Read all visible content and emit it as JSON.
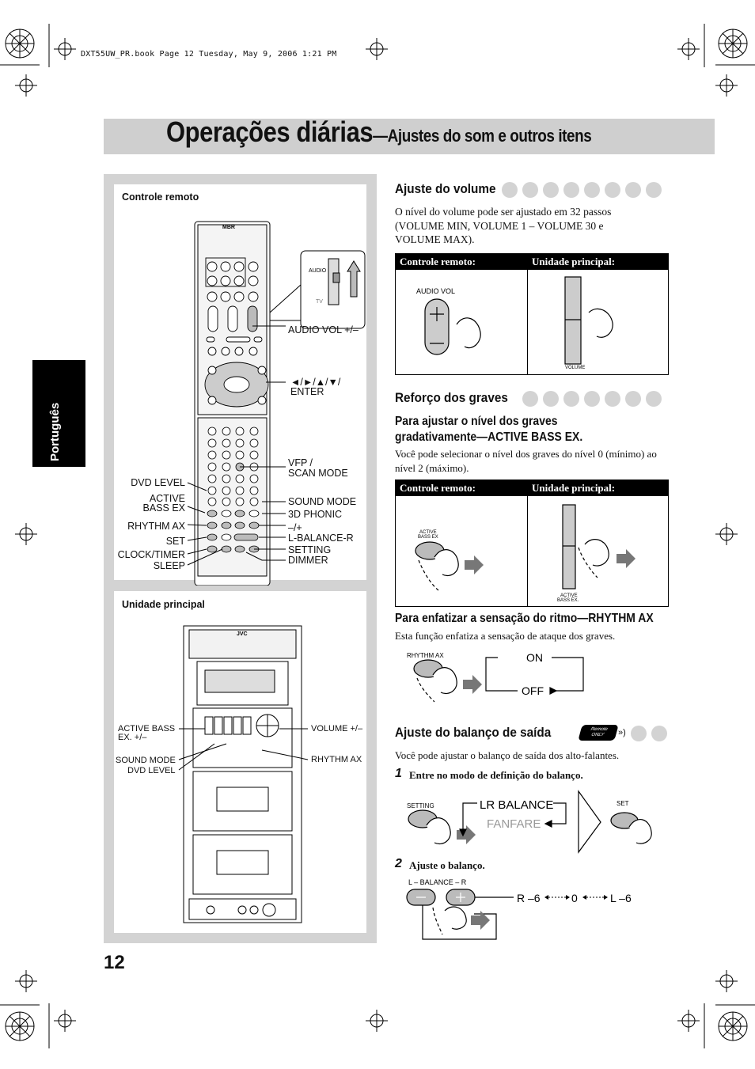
{
  "print_header": "DXT55UW_PR.book  Page 12  Tuesday, May 9, 2006  1:21 PM",
  "title": {
    "main": "Operações diárias",
    "dash_sub": "—Ajustes do som e outros itens"
  },
  "side_tab": "Português",
  "page_number": "12",
  "left_panel": {
    "remote_caption": "Controle remoto",
    "remote_brand": "MBR",
    "remote_labels": {
      "audio_vol": "AUDIO VOL +/–",
      "arrows_enter_1": "◄/►/▲/▼/",
      "arrows_enter_2": "ENTER",
      "vfp_1": "VFP /",
      "vfp_2": "SCAN MODE",
      "dvd_level": "DVD LEVEL",
      "active_1": "ACTIVE",
      "active_2": "BASS EX",
      "sound_mode": "SOUND MODE",
      "phonic": "3D PHONIC",
      "rhythm_ax": "RHYTHM AX",
      "balance_1": "–/+",
      "balance_2": "L-BALANCE-R",
      "set": "SET",
      "setting": "SETTING",
      "clock_timer": "CLOCK/TIMER",
      "dimmer": "DIMMER",
      "sleep": "SLEEP",
      "switch_audio": "AUDIO",
      "switch_tv": "TV"
    },
    "unit_caption": "Unidade principal",
    "unit_brand": "JVC",
    "unit_labels": {
      "active_bass_1": "ACTIVE BASS",
      "active_bass_2": "EX. +/–",
      "volume": "VOLUME +/–",
      "sound_mode": "SOUND MODE",
      "dvd_level": "DVD LEVEL",
      "rhythm_ax": "RHYTHM AX"
    }
  },
  "volume_section": {
    "heading": "Ajuste do volume",
    "body": "O nível do volume pode ser ajustado em 32 passos (VOLUME MIN, VOLUME 1 – VOLUME 30 e VOLUME MAX).",
    "col_remote": "Controle remoto:",
    "col_unit": "Unidade principal:",
    "remote_key_label": "AUDIO VOL",
    "unit_key_label": "VOLUME"
  },
  "bass_section": {
    "heading": "Reforço dos graves",
    "sub1_line1": "Para ajustar o nível dos graves",
    "sub1_line2": "gradativamente—ACTIVE BASS EX.",
    "body": "Você pode selecionar o nível dos graves do nível 0 (mínimo) ao nível 2 (máximo).",
    "col_remote": "Controle remoto:",
    "col_unit": "Unidade principal:",
    "remote_key_1": "ACTIVE",
    "remote_key_2": "BASS EX",
    "unit_key_1": "ACTIVE",
    "unit_key_2": "BASS EX.",
    "sub2": "Para enfatizar a sensação do ritmo—RHYTHM AX",
    "body2": "Esta função enfatiza a sensação de ataque dos graves.",
    "rhythm_key": "RHYTHM AX",
    "on": "ON",
    "off": "OFF"
  },
  "balance_section": {
    "heading": "Ajuste do balanço de saída",
    "badge_1": "Remote",
    "badge_2": "ONLY",
    "body": "Você pode ajustar o balanço de saída dos alto-falantes.",
    "step1_num": "1",
    "step1_text": "Entre no modo de definição do balanço.",
    "setting_key": "SETTING",
    "lr_balance": "LR BALANCE",
    "fanfare": "FANFARE",
    "set_key": "SET",
    "step2_num": "2",
    "step2_text": "Ajuste o balanço.",
    "balance_key": "L – BALANCE – R",
    "r6": "R –6",
    "zero": "0",
    "l6": "L –6"
  }
}
